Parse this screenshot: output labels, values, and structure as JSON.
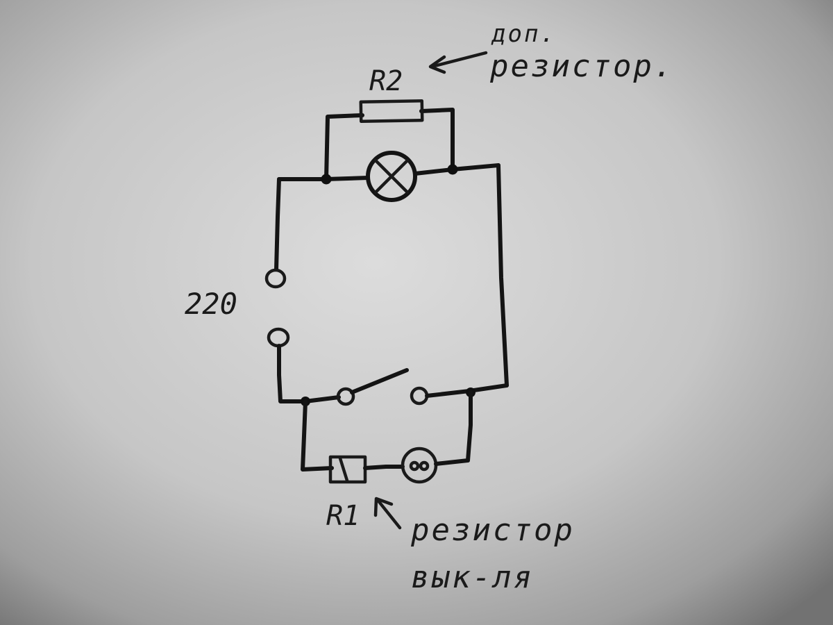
{
  "labels": {
    "r2": "R2",
    "r2_note_line1": "доп.",
    "r2_note_line2": "резистор.",
    "voltage": "220",
    "r1": "R1",
    "r1_note_line1": "резистор",
    "r1_note_line2": "вык-ля"
  },
  "colors": {
    "paper_center": "#d6d6d6",
    "paper_edge": "#7a7a7a",
    "ink": "#141414"
  },
  "symbols": {
    "r2": "resistor-icon",
    "lamp": "lamp-icon",
    "terminal": "terminal-icon",
    "switch": "switch-icon",
    "r1": "resistor-icon",
    "indicator": "neon-indicator-icon",
    "arrow": "arrow-icon"
  }
}
